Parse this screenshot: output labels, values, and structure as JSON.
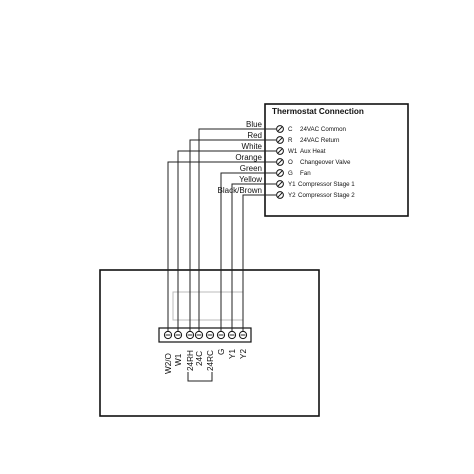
{
  "thermostat": {
    "title": "Thermostat Connection",
    "terminals": [
      {
        "code": "C",
        "desc": "24VAC Common"
      },
      {
        "code": "R",
        "desc": "24VAC  Return"
      },
      {
        "code": "W1",
        "desc": "Aux Heat"
      },
      {
        "code": "O",
        "desc": "Changeover Valve"
      },
      {
        "code": "G",
        "desc": "Fan"
      },
      {
        "code": "Y1",
        "desc": "Compressor Stage 1"
      },
      {
        "code": "Y2",
        "desc": "Compressor Stage 2"
      }
    ]
  },
  "wires": [
    "Blue",
    "Red",
    "White",
    "Orange",
    "Green",
    "Yellow",
    "Black/Brown"
  ],
  "control_board": {
    "terminal_labels": [
      "W2/O",
      "W1",
      "24RH",
      "24C",
      "24RC",
      "G",
      "Y1",
      "Y2"
    ]
  }
}
